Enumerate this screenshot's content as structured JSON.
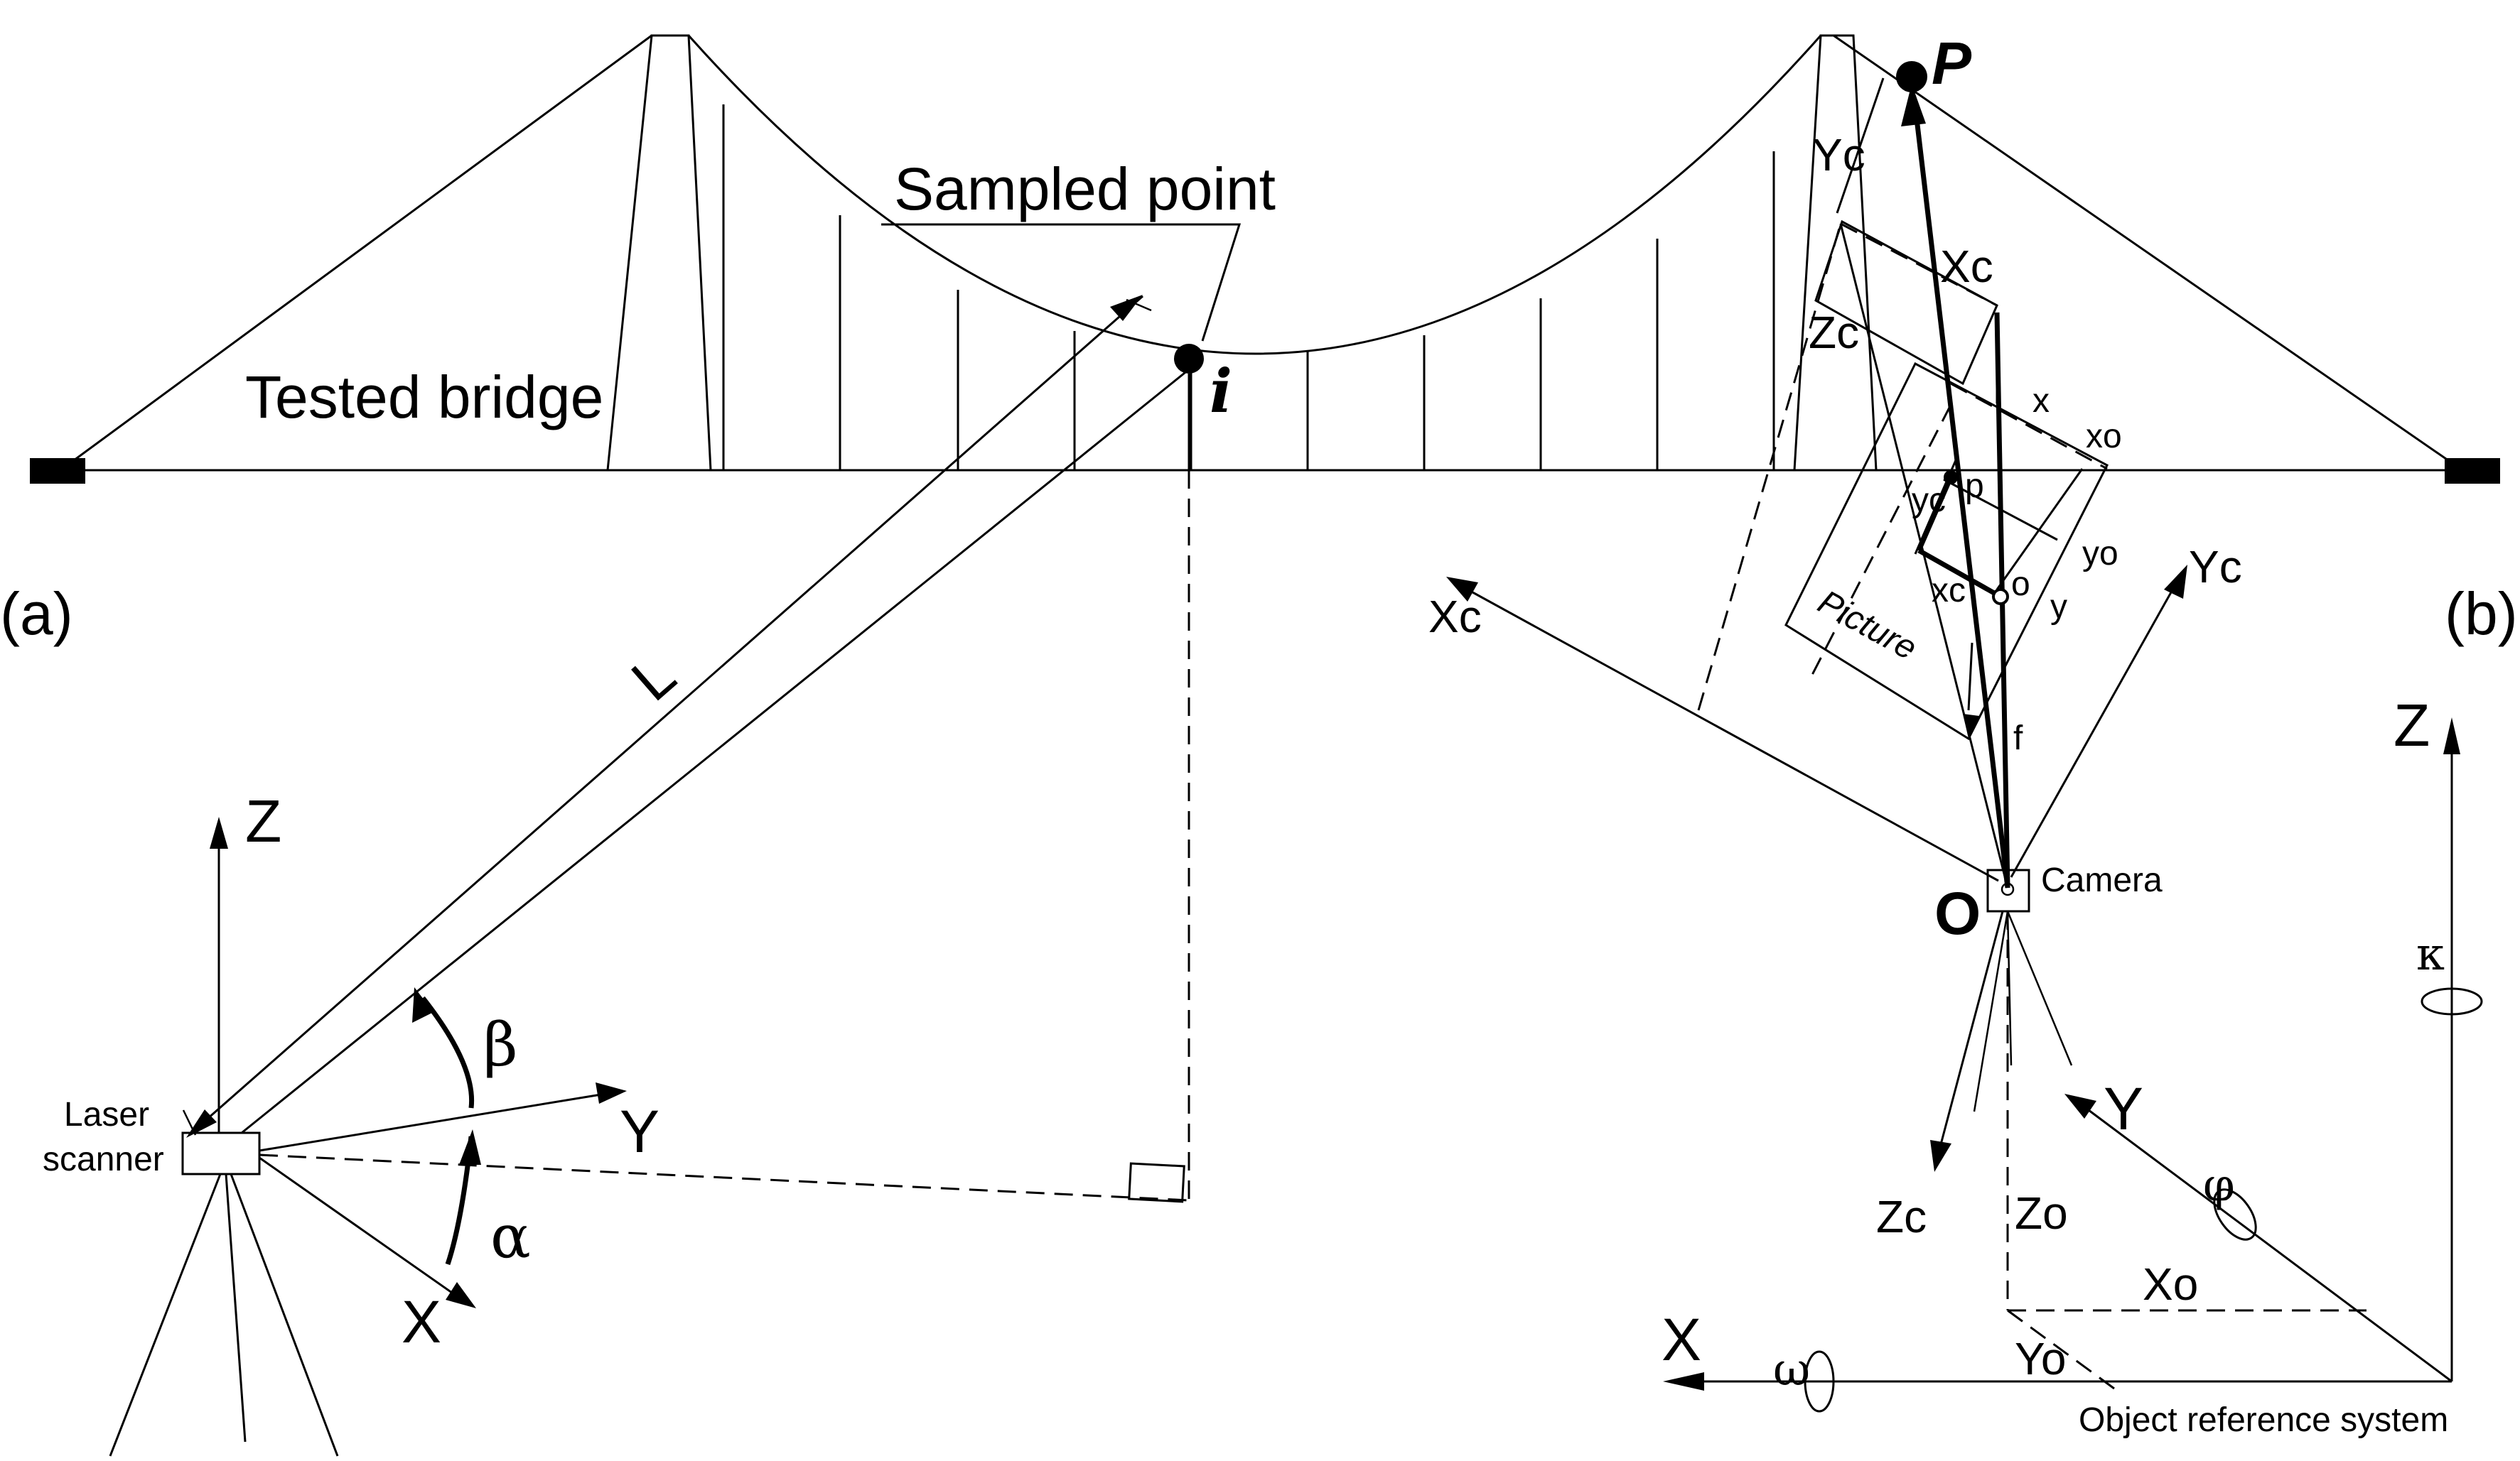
{
  "panels": {
    "a": "(a)",
    "b": "(b)"
  },
  "bridge": {
    "title": "Tested bridge",
    "sampled_label": "Sampled point",
    "point_label": "i"
  },
  "laser": {
    "device_line1": "Laser",
    "device_line2": "scanner",
    "range": "L",
    "axis_x": "X",
    "axis_y": "Y",
    "axis_z": "Z",
    "angle_alpha": "α",
    "angle_beta": "β"
  },
  "camera": {
    "object_point": "P",
    "center": "O",
    "camera_label": "Camera",
    "picture_label": "Picture",
    "focal": "f",
    "img_x": "x",
    "img_y": "y",
    "img_xo": "xo",
    "img_yo": "yo",
    "img_xc": "xc",
    "img_yc": "yc",
    "img_p": "p",
    "img_o": "o",
    "axis_Xc": "Xc",
    "axis_Yc": "Yc",
    "axis_Zc": "Zc",
    "Xo": "Xo",
    "Yo": "Yo",
    "Zo": "Zo"
  },
  "object_system": {
    "label": "Object reference system",
    "X": "X",
    "Y": "Y",
    "Z": "Z",
    "omega": "ω",
    "phi": "φ",
    "kappa": "κ"
  }
}
